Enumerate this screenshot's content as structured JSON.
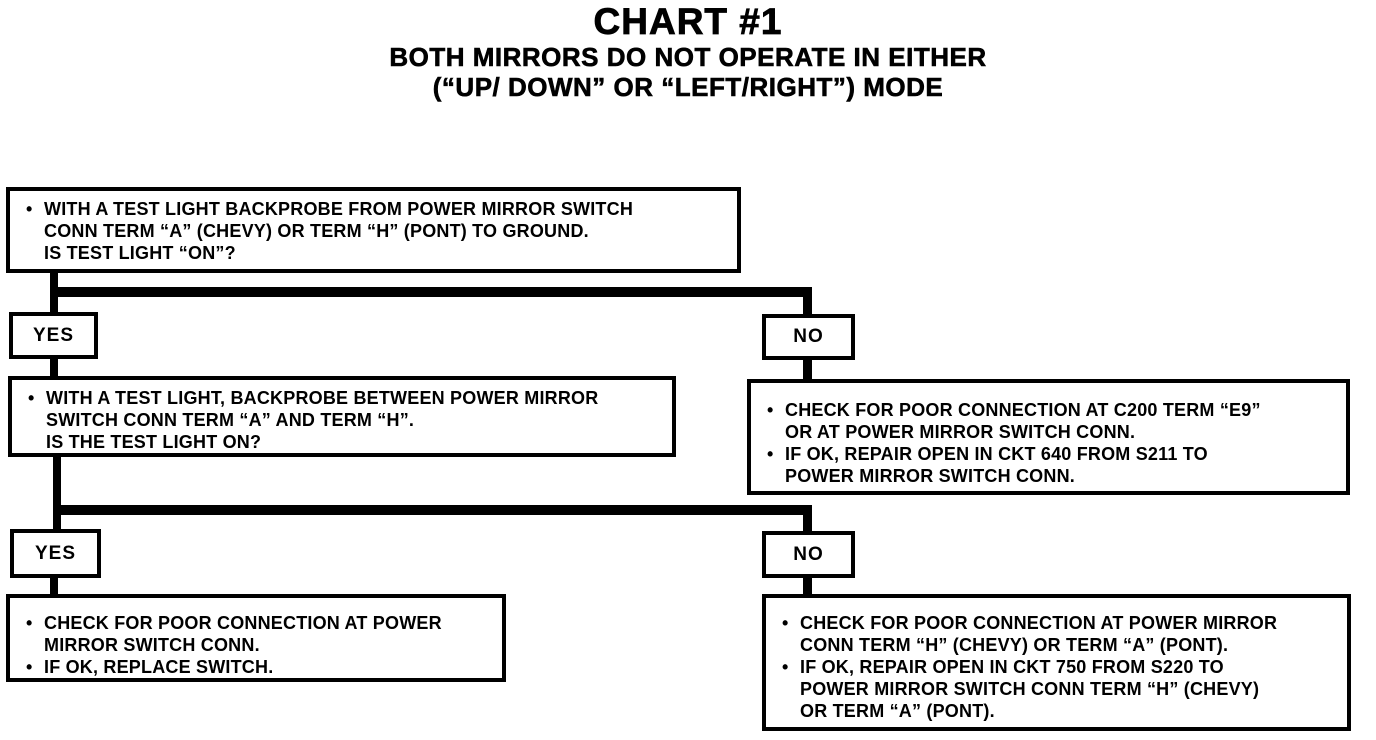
{
  "header": {
    "title": "CHART #1",
    "subtitle1": "BOTH MIRRORS DO NOT OPERATE IN EITHER",
    "subtitle2": "(“UP/ DOWN” OR “LEFT/RIGHT”) MODE"
  },
  "labels": {
    "yes": "YES",
    "no": "NO"
  },
  "glyphs": {
    "bullet": "•"
  },
  "colors": {
    "ink": "#000000",
    "paper": "#ffffff"
  },
  "steps": {
    "q1": {
      "bullet1": "WITH A TEST LIGHT BACKPROBE  FROM POWER  MIRROR SWITCH\nCONN TERM “A” (CHEVY) OR TERM “H” (PONT) TO GROUND.",
      "question": "IS TEST LIGHT “ON”?"
    },
    "q2": {
      "bullet1": "WITH A TEST LIGHT, BACKPROBE BETWEEN POWER MIRROR\nSWITCH CONN TERM “A” AND TERM “H”.",
      "question": "IS THE TEST LIGHT ON?"
    },
    "no1_action": {
      "bullet1": "CHECK FOR POOR CONNECTION AT C200 TERM “E9”\nOR AT POWER MIRROR SWITCH CONN.",
      "bullet2": "IF OK, REPAIR OPEN IN CKT 640 FROM S211 TO\nPOWER MIRROR SWITCH CONN."
    },
    "yes2_action": {
      "bullet1": "CHECK FOR POOR CONNECTION AT POWER\nMIRROR SWITCH CONN.",
      "bullet2": "IF OK, REPLACE SWITCH."
    },
    "no2_action": {
      "bullet1": "CHECK FOR POOR CONNECTION AT POWER MIRROR\nCONN TERM “H” (CHEVY) OR TERM “A” (PONT).",
      "bullet2": "IF OK, REPAIR OPEN IN CKT 750 FROM S220 TO\nPOWER MIRROR SWITCH CONN TERM “H” (CHEVY)\nOR TERM “A” (PONT)."
    }
  }
}
